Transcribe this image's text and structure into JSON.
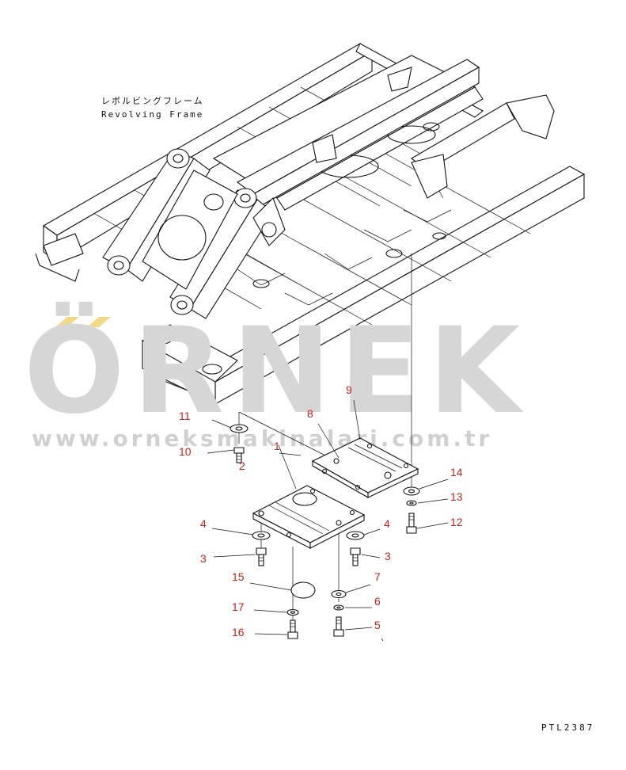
{
  "frame_label": {
    "jp": "レボルビングフレーム",
    "en": "Revolving Frame"
  },
  "watermark": {
    "word": "ÖRNEK",
    "url": "www.orneksmakinalari.com.tr",
    "color": "#d6d6d6",
    "accent": "#f2d98a"
  },
  "drawing_code": "PTL2387",
  "callout_color": "#c8201e",
  "parts": [
    {
      "n": "1"
    },
    {
      "n": "2"
    },
    {
      "n": "3"
    },
    {
      "n": "3"
    },
    {
      "n": "4"
    },
    {
      "n": "4"
    },
    {
      "n": "5"
    },
    {
      "n": "6"
    },
    {
      "n": "7"
    },
    {
      "n": "8"
    },
    {
      "n": "9"
    },
    {
      "n": "10"
    },
    {
      "n": "11"
    },
    {
      "n": "12"
    },
    {
      "n": "13"
    },
    {
      "n": "14"
    },
    {
      "n": "15"
    },
    {
      "n": "16"
    },
    {
      "n": "17"
    }
  ]
}
